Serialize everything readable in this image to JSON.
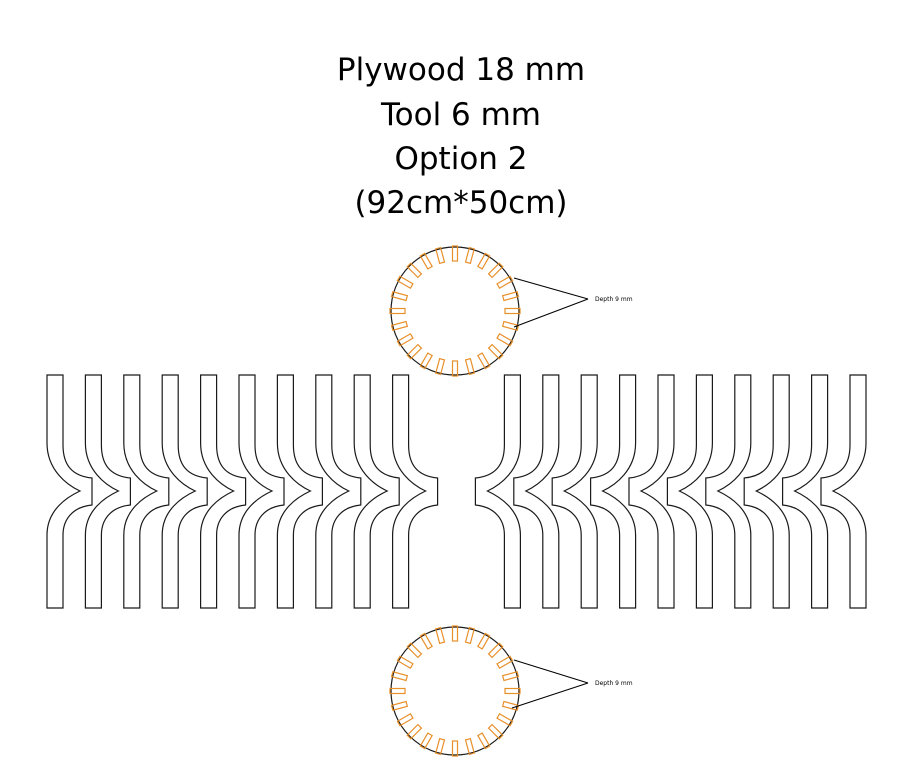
{
  "title_lines": [
    "Plywood 18 mm",
    "Tool 6 mm",
    "Option 2",
    "(92cm*50cm)"
  ],
  "annotations": {
    "top_circle_label": "Depth 9 mm",
    "bottom_circle_label": "Depth 9 mm"
  },
  "pattern": {
    "left_fingers": 10,
    "right_fingers": 10,
    "circle_slots": 24
  },
  "colors": {
    "outline": "#1a1a1a",
    "slot": "#e8902a"
  }
}
